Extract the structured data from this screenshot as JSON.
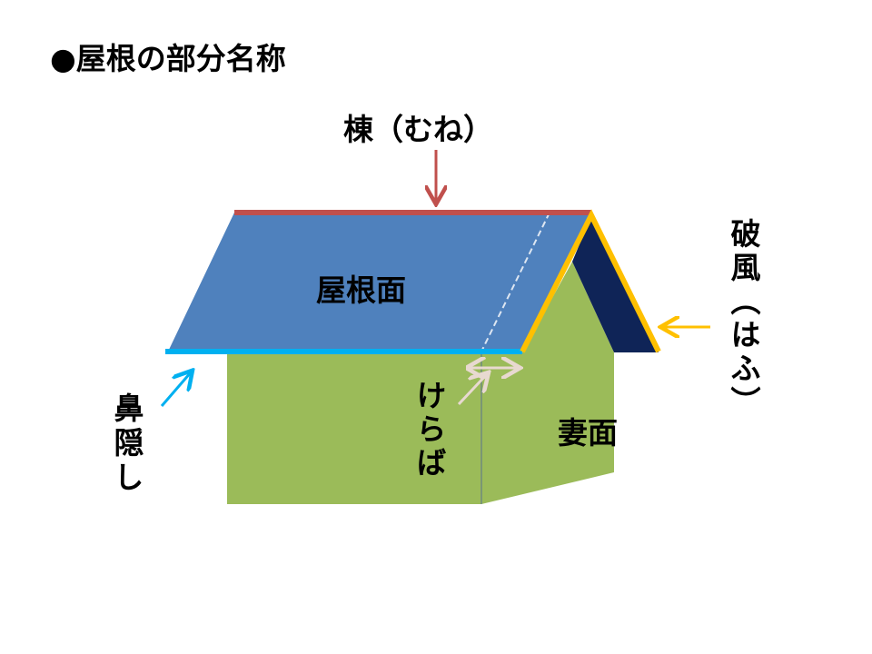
{
  "title": "●屋根の部分名称",
  "labels": {
    "ridge": "棟（むね）",
    "roof_surface": "屋根面",
    "bargeboard": "破風（はふ）",
    "fascia": "鼻隠し",
    "keraba": "けらば",
    "gable_wall": "妻面"
  },
  "colors": {
    "roof": "#4f81bd",
    "ridge": "#c0504d",
    "wall": "#9bbb59",
    "gable_under": "#0f2457",
    "bargeboard": "#ffc000",
    "fascia": "#00b0f0",
    "keraba_arrow": "#e8d9d0"
  }
}
